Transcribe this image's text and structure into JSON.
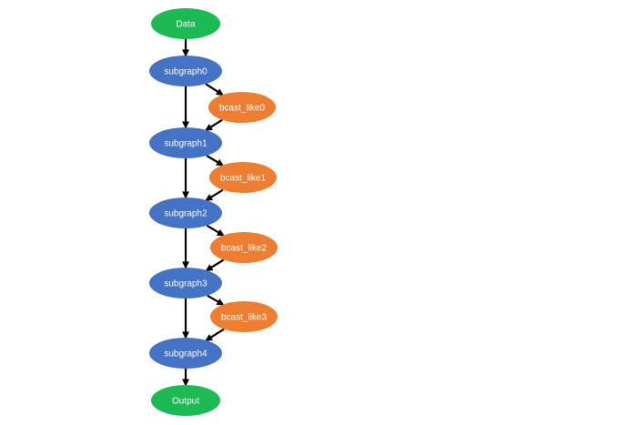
{
  "diagram": {
    "colors": {
      "io_node": "#1db954",
      "subgraph_node": "#4472c4",
      "bcast_node": "#ed7d31",
      "edge": "#000000"
    },
    "nodes": [
      {
        "id": "data",
        "label": "Data",
        "kind": "io"
      },
      {
        "id": "subgraph0",
        "label": "subgraph0",
        "kind": "subgraph"
      },
      {
        "id": "bcast_like0",
        "label": "bcast_like0",
        "kind": "bcast"
      },
      {
        "id": "subgraph1",
        "label": "subgraph1",
        "kind": "subgraph"
      },
      {
        "id": "bcast_like1",
        "label": "bcast_like1",
        "kind": "bcast"
      },
      {
        "id": "subgraph2",
        "label": "subgraph2",
        "kind": "subgraph"
      },
      {
        "id": "bcast_like2",
        "label": "bcast_like2",
        "kind": "bcast"
      },
      {
        "id": "subgraph3",
        "label": "subgraph3",
        "kind": "subgraph"
      },
      {
        "id": "bcast_like3",
        "label": "bcast_like3",
        "kind": "bcast"
      },
      {
        "id": "subgraph4",
        "label": "subgraph4",
        "kind": "subgraph"
      },
      {
        "id": "output",
        "label": "Output",
        "kind": "io"
      }
    ],
    "edges": [
      {
        "from": "data",
        "to": "subgraph0"
      },
      {
        "from": "subgraph0",
        "to": "subgraph1"
      },
      {
        "from": "subgraph0",
        "to": "bcast_like0"
      },
      {
        "from": "bcast_like0",
        "to": "subgraph1"
      },
      {
        "from": "subgraph1",
        "to": "subgraph2"
      },
      {
        "from": "subgraph1",
        "to": "bcast_like1"
      },
      {
        "from": "bcast_like1",
        "to": "subgraph2"
      },
      {
        "from": "subgraph2",
        "to": "subgraph3"
      },
      {
        "from": "subgraph2",
        "to": "bcast_like2"
      },
      {
        "from": "bcast_like2",
        "to": "subgraph3"
      },
      {
        "from": "subgraph3",
        "to": "subgraph4"
      },
      {
        "from": "subgraph3",
        "to": "bcast_like3"
      },
      {
        "from": "bcast_like3",
        "to": "subgraph4"
      },
      {
        "from": "subgraph4",
        "to": "output"
      }
    ]
  }
}
